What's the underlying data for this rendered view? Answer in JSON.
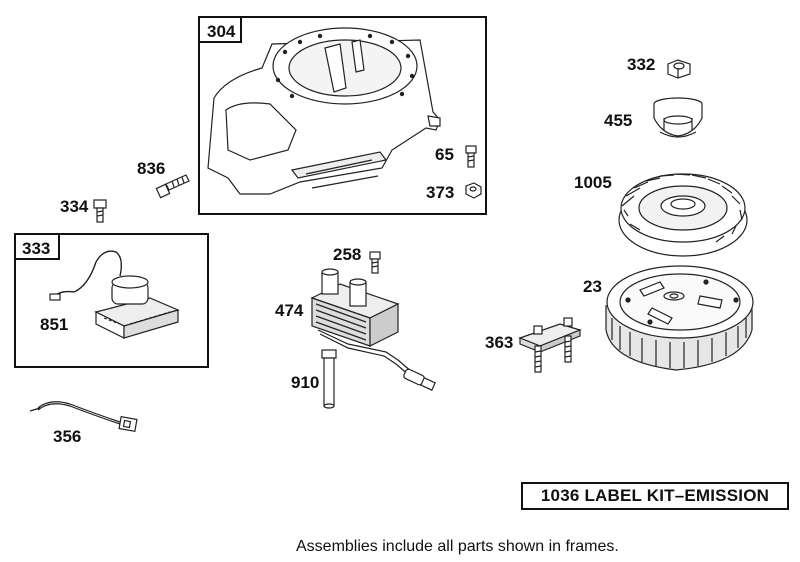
{
  "frames": [
    {
      "label": "304"
    },
    {
      "label": "333"
    }
  ],
  "callouts": {
    "p332": "332",
    "p455": "455",
    "p65": "65",
    "p373": "373",
    "p1005": "1005",
    "p836": "836",
    "p334": "334",
    "p258": "258",
    "p23": "23",
    "p474": "474",
    "p851": "851",
    "p363": "363",
    "p910": "910",
    "p356": "356"
  },
  "kit_label": "1036 LABEL KIT–EMISSION",
  "footnote": "Assemblies include all parts shown in frames."
}
